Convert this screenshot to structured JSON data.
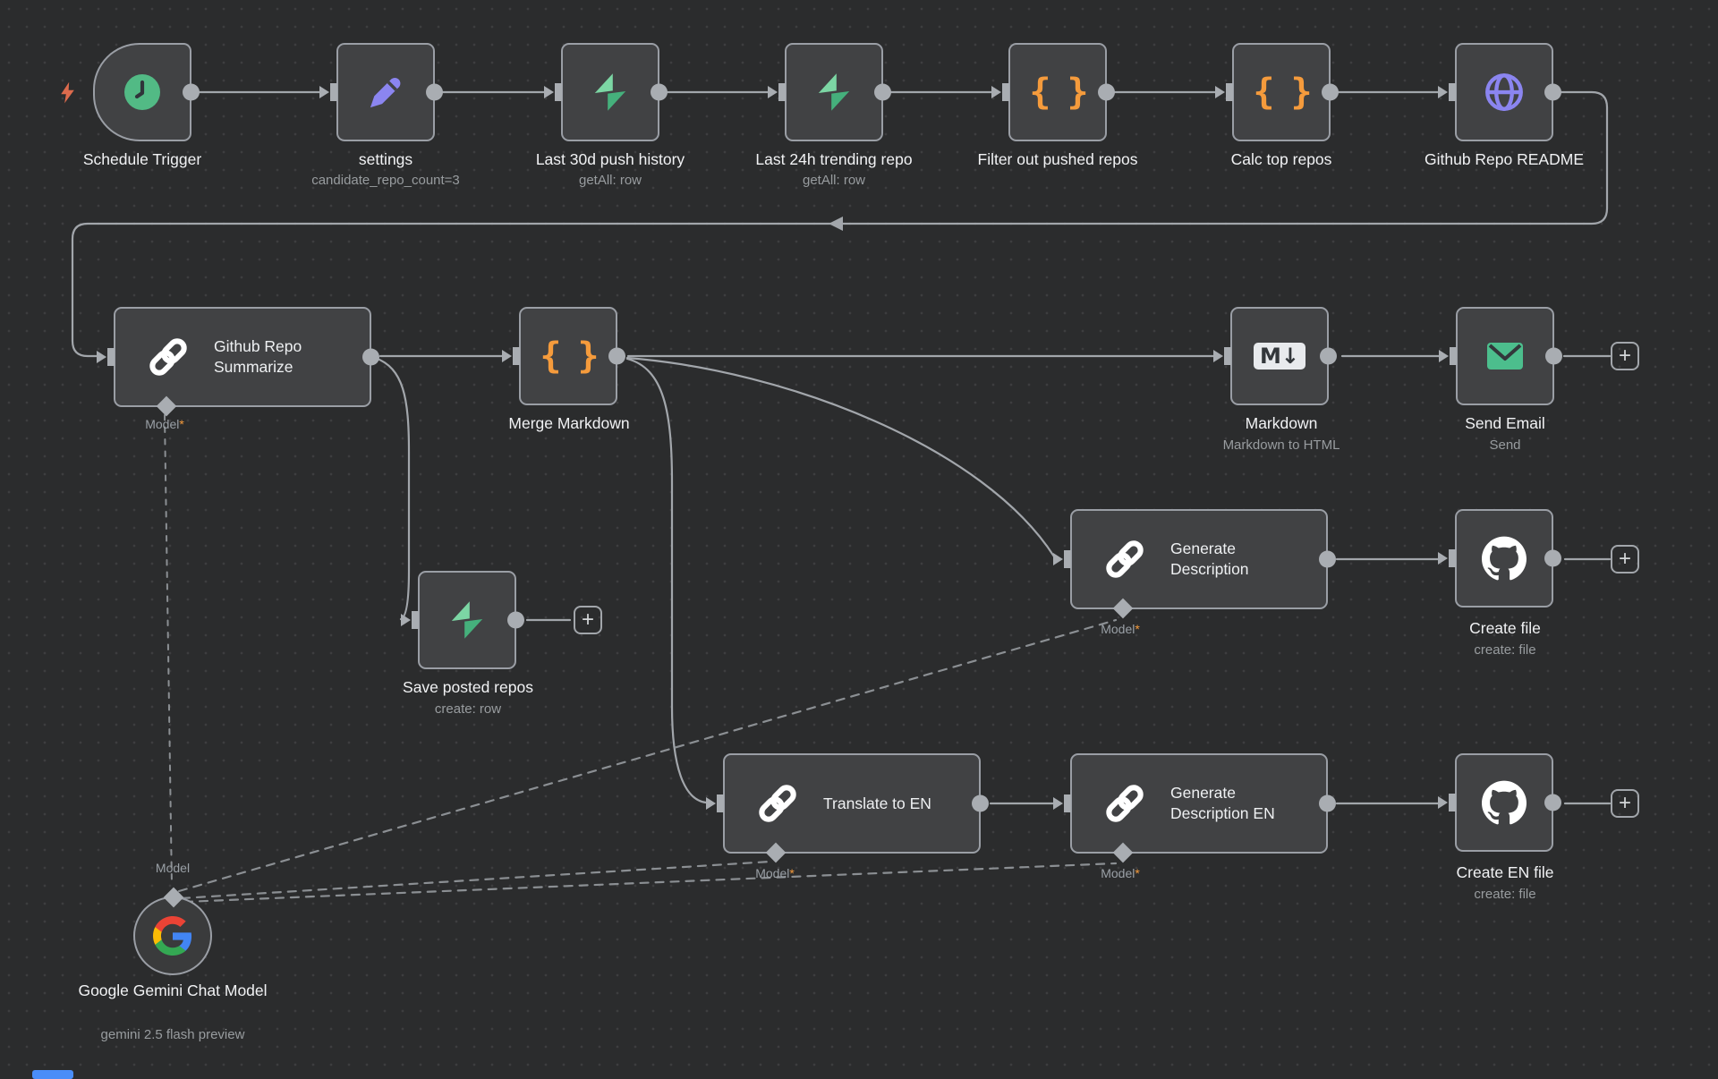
{
  "workflow": {
    "nodes": [
      {
        "id": "schedule-trigger",
        "label": "Schedule Trigger",
        "sublabel": ""
      },
      {
        "id": "settings",
        "label": "settings",
        "sublabel": "candidate_repo_count=3"
      },
      {
        "id": "last-30d-push-history",
        "label": "Last 30d push history",
        "sublabel": "getAll: row"
      },
      {
        "id": "last-24h-trending-repo",
        "label": "Last 24h trending repo",
        "sublabel": "getAll: row"
      },
      {
        "id": "filter-out-pushed-repos",
        "label": "Filter out pushed repos",
        "sublabel": ""
      },
      {
        "id": "calc-top-repos",
        "label": "Calc top repos",
        "sublabel": ""
      },
      {
        "id": "github-repo-readme",
        "label": "Github Repo README",
        "sublabel": ""
      },
      {
        "id": "github-repo-summarize",
        "label": "Github Repo Summarize",
        "sublabel": ""
      },
      {
        "id": "merge-markdown",
        "label": "Merge Markdown",
        "sublabel": ""
      },
      {
        "id": "markdown",
        "label": "Markdown",
        "sublabel": "Markdown to HTML"
      },
      {
        "id": "send-email",
        "label": "Send Email",
        "sublabel": "Send"
      },
      {
        "id": "generate-description",
        "label": "Generate Description",
        "sublabel": ""
      },
      {
        "id": "create-file",
        "label": "Create file",
        "sublabel": "create: file"
      },
      {
        "id": "save-posted-repos",
        "label": "Save posted repos",
        "sublabel": "create: row"
      },
      {
        "id": "translate-to-en",
        "label": "Translate to EN",
        "sublabel": ""
      },
      {
        "id": "generate-description-en",
        "label": "Generate Description EN",
        "sublabel": ""
      },
      {
        "id": "create-en-file",
        "label": "Create EN file",
        "sublabel": "create: file"
      },
      {
        "id": "google-gemini-chat-model",
        "label": "Google Gemini Chat Model",
        "sublabel": "gemini 2.5 flash preview"
      }
    ],
    "ports": {
      "model_label": "Model",
      "required_marker": "*",
      "gemini_port_label": "Model"
    },
    "glyphs": {
      "plus": "+",
      "braces": "{ }",
      "markdown": "M↓"
    },
    "colors": {
      "canvas": "#2b2c2d",
      "node_bg": "#414244",
      "node_border": "#9a9ea5",
      "wire": "#a2a6ab",
      "supabase_green": "#45b07c",
      "code_orange": "#f59b3c",
      "set_purple": "#8b85f0",
      "http_purple": "#8b85f0",
      "trigger_clock_green": "#52ba85",
      "email_green": "#4cbe8d",
      "bolt_orange": "#dd6b4d",
      "required_orange": "#f59b3c"
    }
  }
}
